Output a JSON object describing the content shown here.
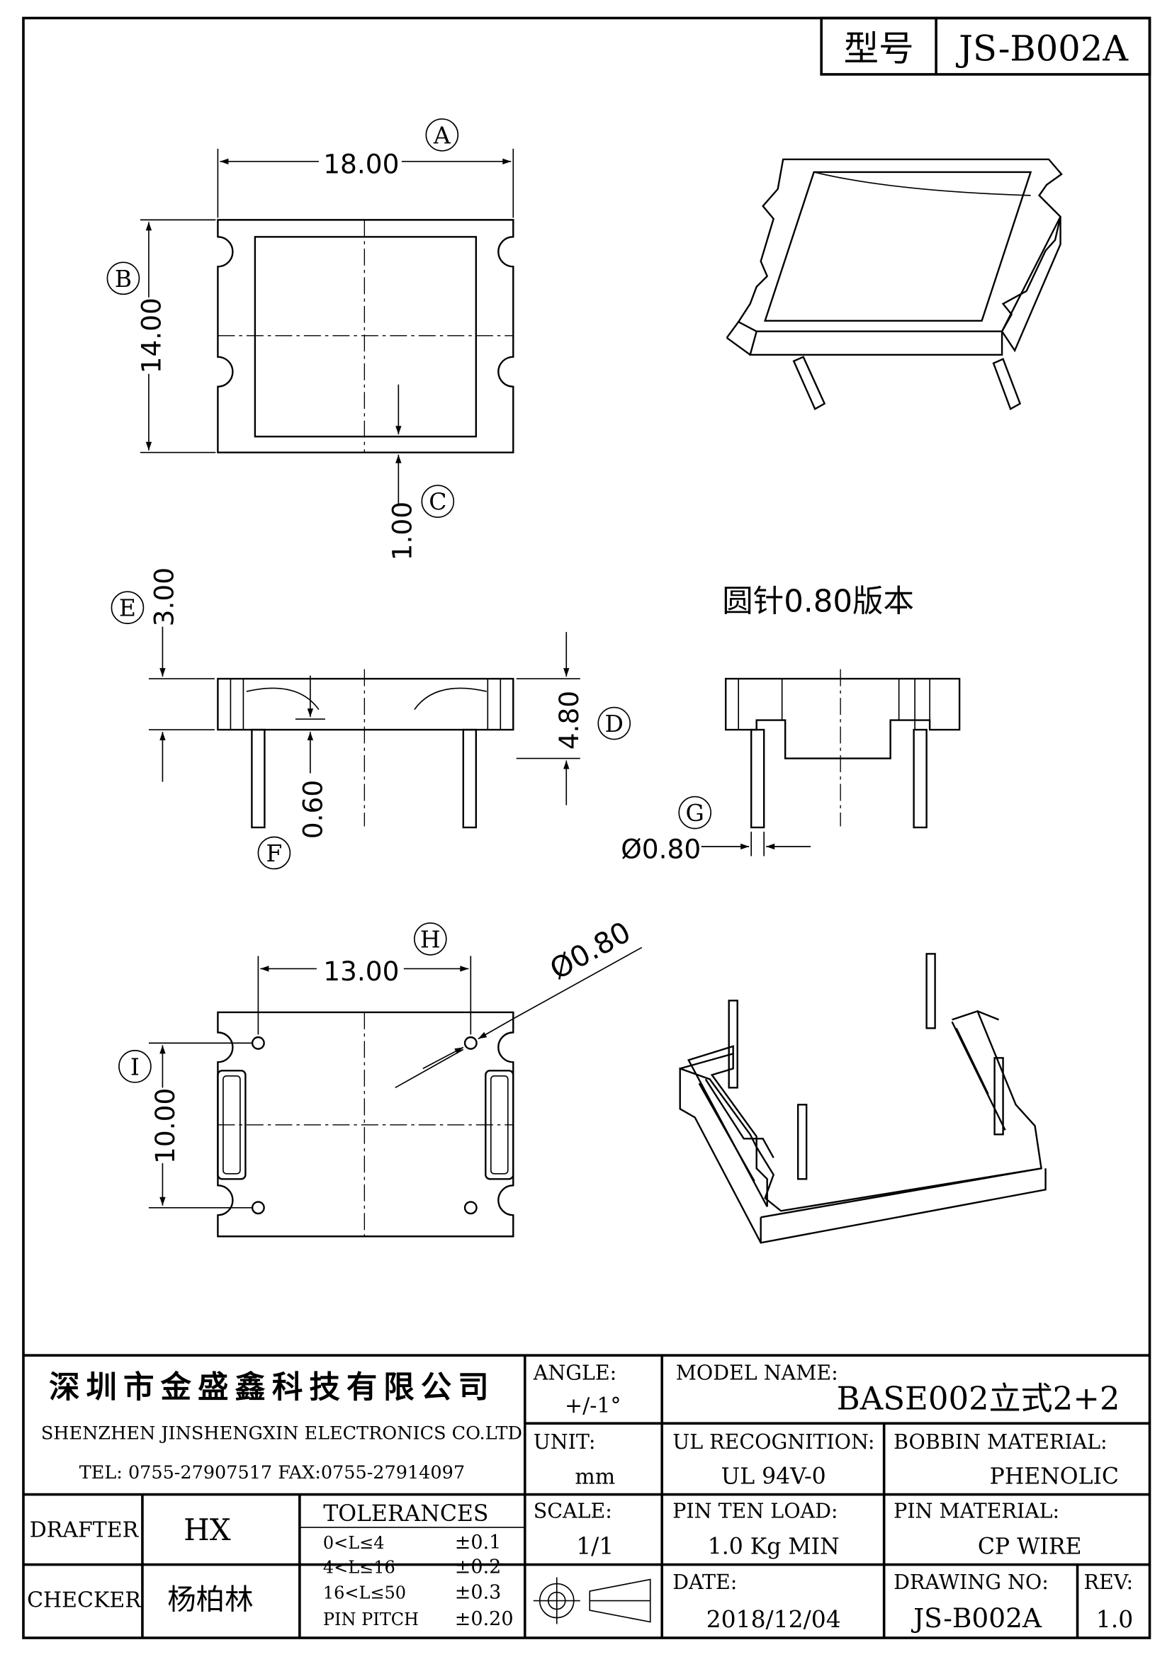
{
  "header": {
    "model_label": "型号",
    "model_value": "JS-B002A"
  },
  "dimensions": {
    "A": {
      "tag": "A",
      "value": "18.00"
    },
    "B": {
      "tag": "B",
      "value": "14.00"
    },
    "C": {
      "tag": "C",
      "value": "1.00"
    },
    "D": {
      "tag": "D",
      "value": "4.80"
    },
    "E": {
      "tag": "E",
      "value": "3.00"
    },
    "F": {
      "tag": "F",
      "value": "0.60"
    },
    "G": {
      "tag": "G",
      "value": "Ø0.80"
    },
    "H": {
      "tag": "H",
      "value": "13.00"
    },
    "I": {
      "tag": "I",
      "value": "10.00"
    },
    "hole": {
      "value": "Ø0.80"
    }
  },
  "note": "圆针0.80版本",
  "title_block": {
    "company_cn": "深圳市金盛鑫科技有限公司",
    "company_en": "SHENZHEN JINSHENGXIN ELECTRONICS CO.LTD",
    "contact": "TEL: 0755-27907517 FAX:0755-27914097",
    "angle_label": "ANGLE:",
    "angle_value": "+/-1°",
    "unit_label": "UNIT:",
    "unit_value": "mm",
    "scale_label": "SCALE:",
    "scale_value": "1/1",
    "model_name_label": "MODEL NAME:",
    "model_name_value": "BASE002立式2+2",
    "ul_label": "UL RECOGNITION:",
    "ul_value": "UL 94V-0",
    "bobbin_label": "BOBBIN MATERIAL:",
    "bobbin_value": "PHENOLIC",
    "pin_load_label": "PIN TEN LOAD:",
    "pin_load_value": "1.0 Kg MIN",
    "pin_material_label": "PIN MATERIAL:",
    "pin_material_value": "CP WIRE",
    "date_label": "DATE:",
    "date_value": "2018/12/04",
    "drawing_no_label": "DRAWING NO:",
    "drawing_no_value": "JS-B002A",
    "rev_label": "REV:",
    "rev_value": "1.0",
    "drafter_label": "DRAFTER",
    "drafter_value": "HX",
    "checker_label": "CHECKER",
    "checker_value": "杨柏林",
    "tolerances_title": "TOLERANCES",
    "tolerances": [
      {
        "range": "0<L≤4",
        "value": "±0.1"
      },
      {
        "range": "4<L≤16",
        "value": "±0.2"
      },
      {
        "range": "16<L≤50",
        "value": "±0.3"
      },
      {
        "range": "PIN PITCH",
        "value": "±0.20"
      }
    ]
  }
}
